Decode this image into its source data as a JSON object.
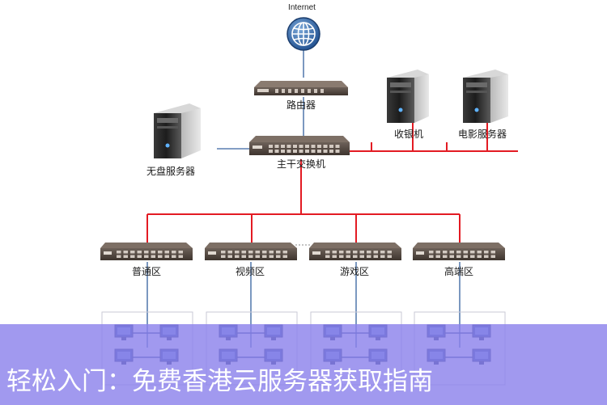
{
  "diagram": {
    "internet_label": "Internet",
    "router_label": "路由器",
    "core_switch_label": "主干交换机",
    "diskless_server_label": "无盘服务器",
    "cashier_label": "收银机",
    "movie_server_label": "电影服务器",
    "zones": [
      {
        "label": "普通区"
      },
      {
        "label": "视频区"
      },
      {
        "label": "游戏区"
      },
      {
        "label": "高端区"
      }
    ],
    "colors": {
      "red_link": "#e31b23",
      "blue_link": "#5a7fb0",
      "device_dark": "#4a3f38"
    }
  },
  "banner": {
    "text": "轻松入门：免费香港云服务器获取指南",
    "color": "#8c82ec"
  }
}
